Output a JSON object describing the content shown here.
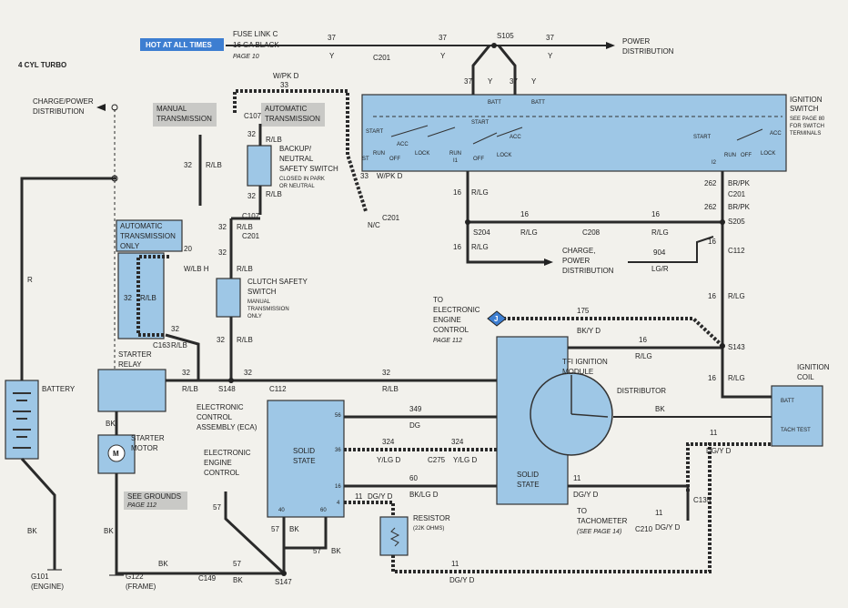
{
  "title": "4 CYL TURBO",
  "hot_badge": "HOT AT ALL TIMES",
  "fuse": {
    "line1": "FUSE LINK C",
    "line2": "16 GA BLACK",
    "ref": "PAGE 10"
  },
  "power_distribution": [
    "POWER",
    "DISTRIBUTION"
  ],
  "charge_power_dist": [
    "CHARGE/POWER",
    "DISTRIBUTION"
  ],
  "ignition_switch": {
    "label": [
      "IGNITION",
      "SWITCH"
    ],
    "note": [
      "SEE PAGE 80",
      "FOR SWITCH",
      "TERMINALS"
    ]
  },
  "switch_words": {
    "batt": "BATT",
    "start": "START",
    "run": "RUN",
    "off": "OFF",
    "acc": "ACC",
    "lock": "LOCK",
    "st": "ST",
    "i1": "I1",
    "i2": "I2"
  },
  "manual_trans": [
    "MANUAL",
    "TRANSMISSION"
  ],
  "auto_trans": [
    "AUTOMATIC",
    "TRANSMISSION"
  ],
  "auto_trans_only": [
    "AUTOMATIC",
    "TRANSMISSION",
    "ONLY"
  ],
  "backup_switch": {
    "label": [
      "BACKUP/",
      "NEUTRAL",
      "SAFETY SWITCH"
    ],
    "note": [
      "CLOSED IN PARK",
      "OR NEUTRAL"
    ]
  },
  "clutch_switch": {
    "label": [
      "CLUTCH SAFETY",
      "SWITCH"
    ],
    "note": [
      "MANUAL",
      "TRANSMISSION",
      "ONLY"
    ]
  },
  "nc": "N/C",
  "charge_power_dist2": [
    "CHARGE,",
    "POWER",
    "DISTRIBUTION"
  ],
  "to_eec": [
    "TO",
    "ELECTRONIC",
    "ENGINE",
    "CONTROL",
    "PAGE 112"
  ],
  "connector_j": "J",
  "starter_relay": [
    "STARTER",
    "RELAY"
  ],
  "battery": "BATTERY",
  "starter_motor": [
    "STARTER",
    "MOTOR"
  ],
  "motor_symbol": "M",
  "see_grounds": [
    "SEE GROUNDS",
    "PAGE 112"
  ],
  "eca": {
    "label": [
      "ELECTRONIC",
      "CONTROL",
      "ASSEMBLY (ECA)"
    ],
    "body": [
      "SOLID",
      "STATE"
    ],
    "pins": [
      "56",
      "36",
      "16",
      "4",
      "40",
      "60"
    ]
  },
  "eec_label": [
    "ELECTRONIC",
    "ENGINE",
    "CONTROL"
  ],
  "tfi": {
    "label": [
      "TFI IGNITION",
      "MODULE"
    ],
    "distributor": "DISTRIBUTOR",
    "body": [
      "SOLID",
      "STATE"
    ]
  },
  "ignition_coil": {
    "label": [
      "IGNITION",
      "COIL"
    ],
    "batt": "BATT",
    "tach": "TACH TEST"
  },
  "resistor": {
    "label": "RESISTOR",
    "note": "(22K OHMS)"
  },
  "to_tach": [
    "TO",
    "TACHOMETER",
    "(SEE PAGE 14)"
  ],
  "grounds": {
    "g101": [
      "G101",
      "(ENGINE)"
    ],
    "g122": [
      "G122",
      "(FRAME)"
    ]
  },
  "connectors": {
    "c201": "C201",
    "s105": "S105",
    "c107": "C107",
    "s204": "S204",
    "c208": "C208",
    "s205": "S205",
    "c112": "C112",
    "s143": "S143",
    "c163": "C163",
    "s148": "S148",
    "c275": "C275",
    "c135": "C135",
    "c210": "C210",
    "c149": "C149",
    "s147": "S147"
  },
  "wires": {
    "n37": "37",
    "y": "Y",
    "n33": "33",
    "wpkd": "W/PK D",
    "n32": "32",
    "rlb": "R/LB",
    "n16": "16",
    "rlg": "R/LG",
    "n262": "262",
    "brpk": "BR/PK",
    "n904": "904",
    "lgr": "LG/R",
    "n20": "20",
    "wlbh": "W/LB H",
    "n175": "175",
    "bkyd": "BK/Y D",
    "r": "R",
    "bk": "BK",
    "n349": "349",
    "dg": "DG",
    "n324": "324",
    "ylgd": "Y/LG D",
    "n60": "60",
    "bklgd": "BK/LG D",
    "n11": "11",
    "dgyd": "DG/Y D",
    "n57": "57"
  }
}
